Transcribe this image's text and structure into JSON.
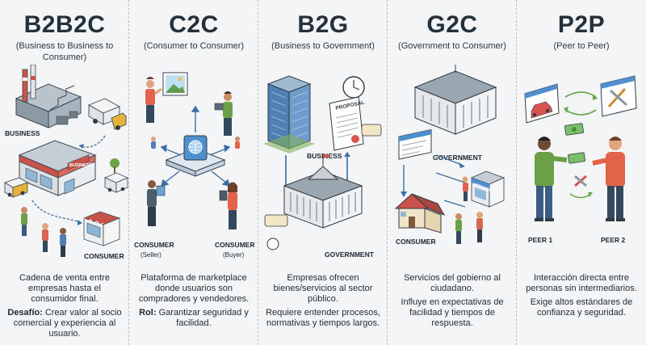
{
  "columns": [
    {
      "title": "B2B2C",
      "subtitle": "(Business to Business to Consumer)",
      "labels": {
        "business": "BUSINESS",
        "sign": "BUSINESS",
        "consumer": "CONSUMER"
      },
      "description": "Cadena de venta entre empresas hasta el consumidor final.",
      "challenge_label": "Desafío:",
      "challenge_text": " Crear valor al socio comercial y experiencia al usuario."
    },
    {
      "title": "C2C",
      "subtitle": "(Consumer to Consumer)",
      "labels": {
        "consumer_left": "CONSUMER",
        "seller": "(Seller)",
        "consumer_right": "CONSUMER",
        "buyer": "(Buyer)"
      },
      "description": "Plataforma de marketplace donde usuarios son compradores y vendedores.",
      "role_label": "Rol:",
      "role_text": " Garantizar seguridad y facilidad."
    },
    {
      "title": "B2G",
      "subtitle": "(Business to Government)",
      "labels": {
        "business": "BUSINESS",
        "proposal": "PROPOSAL",
        "government": "GOVERNMENT"
      },
      "description": "Empresas ofrecen bienes/servicios al sector público.",
      "note": "Requiere entender procesos, normativas y tiempos largos."
    },
    {
      "title": "G2C",
      "subtitle": "(Government to Consumer)",
      "labels": {
        "government": "GOVERNMENT",
        "services": "SERVICES",
        "consumer": "CONSUMER"
      },
      "description": "Servicios del gobierno al ciudadano.",
      "note": "Influye en expectativas de facilidad y tiempos de respuesta."
    },
    {
      "title": "P2P",
      "subtitle": "(Peer to Peer)",
      "labels": {
        "peer1": "PEER 1",
        "peer2": "PEER 2"
      },
      "description": "Interacción directa entre personas sin intermediarios.",
      "note": "Exige altos estándares de confianza y seguridad."
    }
  ]
}
